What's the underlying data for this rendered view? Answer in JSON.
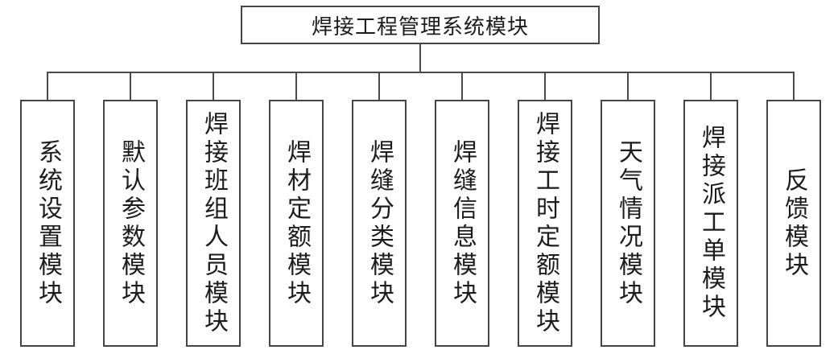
{
  "diagram": {
    "root": {
      "label": "焊接工程管理系统模块"
    },
    "modules": [
      {
        "label": "系统设置模块"
      },
      {
        "label": "默认参数模块"
      },
      {
        "label": "焊接班组人员模块"
      },
      {
        "label": "焊材定额模块"
      },
      {
        "label": "焊缝分类模块"
      },
      {
        "label": "焊缝信息模块"
      },
      {
        "label": "焊接工时定额模块"
      },
      {
        "label": "天气情况模块"
      },
      {
        "label": "焊接派工单模块"
      },
      {
        "label": "反馈模块"
      }
    ],
    "colors": {
      "border": "#454545",
      "line": "#4a4a4a",
      "text": "#1c1c1c",
      "background": "#ffffff"
    }
  }
}
